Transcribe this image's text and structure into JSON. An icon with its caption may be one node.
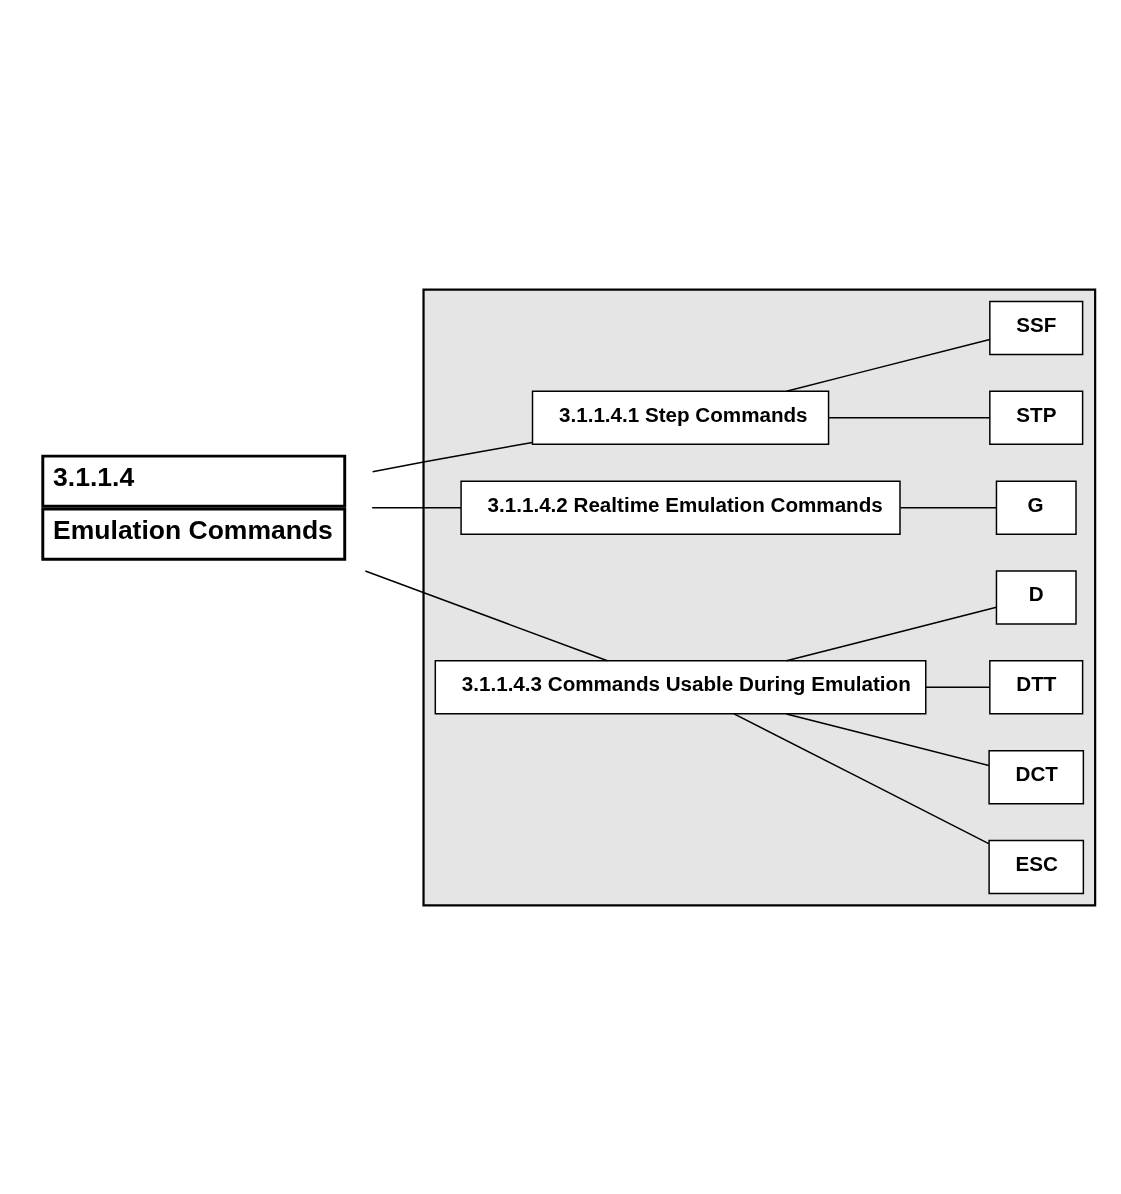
{
  "diagram": {
    "nodes": [
      {
        "text": [
          "3.1.1.4",
          "Emulation Commands"
        ]
      },
      {
        "text": [],
        "shape": "box"
      },
      {
        "text": [
          "3.1.1.4.1 Step Commands"
        ],
        "in": 1
      },
      {
        "text": [
          "STP"
        ],
        "in": 1
      },
      {
        "text": [
          "SSF"
        ],
        "in": 1
      },
      {
        "text": [
          "3.1.1.4.2 Realtime Emulation Commands"
        ],
        "in": 1
      },
      {
        "text": [
          "G"
        ],
        "in": 1
      },
      {
        "text": [
          "3.1.1.4.3 Commands Usable During Emulation"
        ],
        "in": 1
      },
      {
        "text": [
          "ESC"
        ],
        "in": 1
      },
      {
        "text": [
          "DCT"
        ],
        "in": 1
      },
      {
        "text": [
          "DTT"
        ],
        "in": 1
      },
      {
        "text": [
          "D"
        ],
        "in": 1
      }
    ],
    "edges": [
      {
        "from": 0,
        "to": 2,
        "arrow": "none"
      },
      {
        "from": 0,
        "to": 5,
        "arrow": "none"
      },
      {
        "from": 0,
        "to": 7,
        "arrow": "none"
      },
      {
        "from": 2,
        "to": 3,
        "arrow": "none"
      },
      {
        "from": 2,
        "to": 4,
        "arrow": "none"
      },
      {
        "from": 5,
        "to": 6,
        "arrow": "none"
      },
      {
        "from": 7,
        "to": 8,
        "arrow": "none"
      },
      {
        "from": 7,
        "to": 9,
        "arrow": "none"
      },
      {
        "from": 7,
        "to": 10,
        "arrow": "none"
      },
      {
        "from": 7,
        "to": 11,
        "arrow": "none"
      }
    ]
  }
}
